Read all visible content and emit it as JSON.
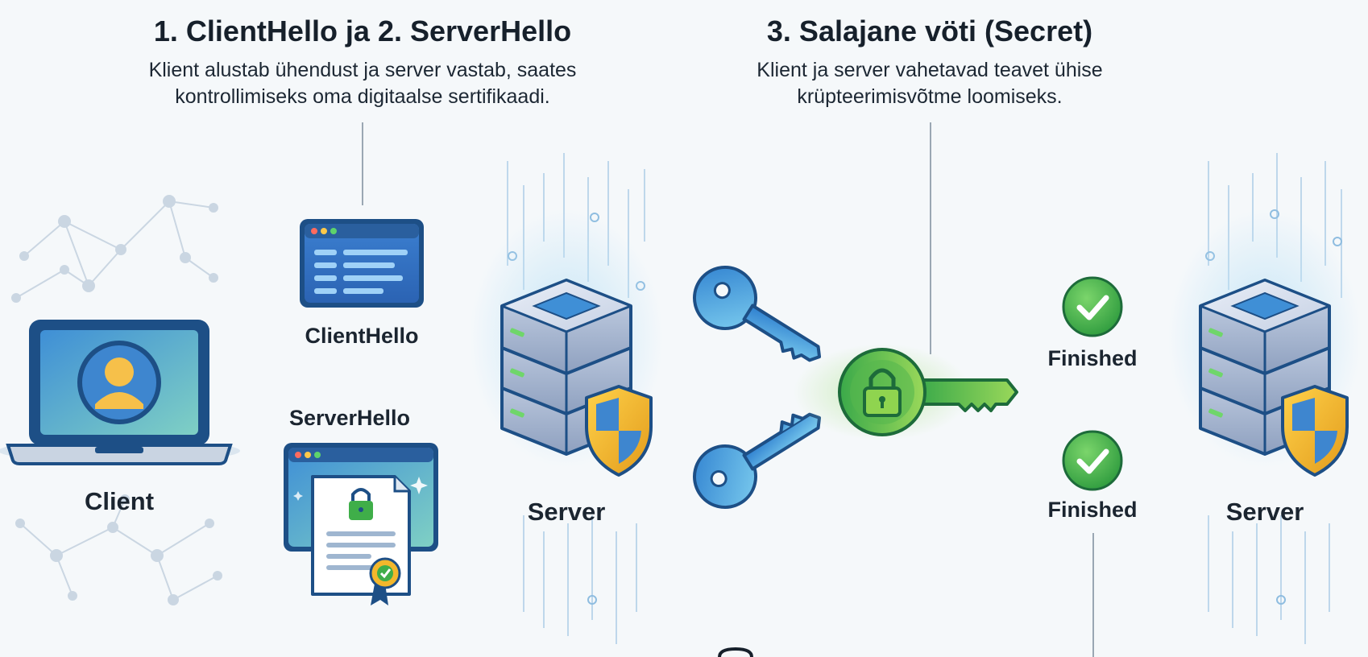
{
  "sections": [
    {
      "title": "1. ClientHello ja 2. ServerHello",
      "description": [
        "Klient alustab ühendust ja server vastab, saates",
        "kontrollimiseks oma digitaalse sertifikaadi."
      ]
    },
    {
      "title": "3. Salajane vöti (Secret)",
      "description": [
        "Klient ja server vahetavad teavet ühise",
        "krüpteerimisvõtme loomiseks."
      ]
    }
  ],
  "nodes": {
    "client": "Client",
    "client_hello": "ClientHello",
    "server_hello": "ServerHello",
    "server_left": "Server",
    "server_right": "Server",
    "finished_top": "Finished",
    "finished_bottom": "Finished"
  },
  "colors": {
    "blue_dark": "#1f5f9e",
    "blue_light": "#4fa3e0",
    "green": "#3fae49",
    "green_light": "#8fd44f",
    "shield_yellow": "#f3b72c",
    "line_gray": "#9aa7b3"
  },
  "icons": [
    "laptop-user-icon",
    "browser-window-icon",
    "certificate-icon",
    "server-stack-icon",
    "shield-icon",
    "key-icon",
    "lock-key-icon",
    "check-icon"
  ]
}
